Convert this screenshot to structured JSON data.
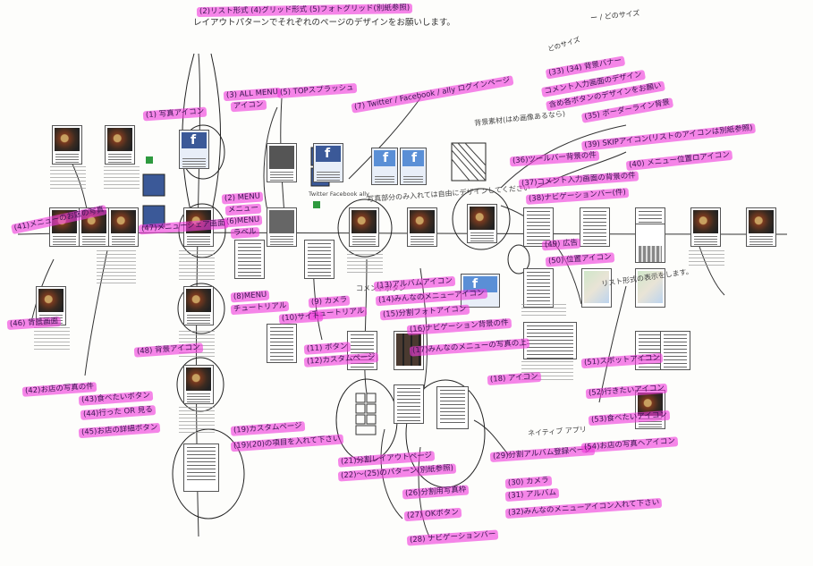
{
  "header": {
    "line1": "(2)リスト形式 (4)グリッド形式 (5)フォトグリッド(別紙参照)",
    "line2": "レイアウトパターンでそれぞれのページのデザインをお願いします。",
    "top_right_note": "ー / どのサイズ",
    "top_right_mini": "どのサイズ"
  },
  "labels": {
    "l01": "(1) 写真アイコン",
    "l02": "(3) ALL MENU",
    "l03": "アイコン",
    "l04": "(5) TOPスプラッシュ",
    "l05": "(7) Twitter / Facebook / ally ログインページ",
    "l06": "(2) MENU",
    "l07": "メニュー",
    "l08": "(6)MENU",
    "l09": "ラベル",
    "l10": "(8)MENU",
    "l11": "チュートリアル",
    "l12": "(9) カメラ",
    "l13": "チュートリアル",
    "l14": "(10)サイト",
    "l15": "(11) ボタン",
    "l16": "(12)カスタムページ",
    "l17": "(13)アルバムアイコン",
    "l18": "(14)みんなのメニューアイコン",
    "l19": "(15)分割フォトアイコン",
    "l20": "(16)ナビゲーション背景の件",
    "l21": "(17)みんなのメニューの写真の上",
    "l22": "(18) アイコン",
    "l23": "(19)カスタムページ",
    "l24": "(19)(20)の項目を入れて下さい",
    "l25": "(21)分割レイアウトページ",
    "l26": "(22)〜(25)のパターン(別紙参照)",
    "l27": "(26)分割用写真枠",
    "l28": "(27) OKボタン",
    "l29": "(28) ナビゲーションバー",
    "l30": "(29)分割アルバム登録ページ",
    "l31": "(30) カメラ",
    "l32": "(31) アルバム",
    "l33": "(32)みんなのメニューアイコン入れて下さい",
    "l34": "(33) (34) 背景バナー",
    "l35": "コメント入力画面のデザイン",
    "l36": "含め各ボタンのデザインをお願い",
    "l37": "(35) ボーダーライン背景",
    "l38": "(36)ツールバー背景の件",
    "l39": "(37)コメント入力画面の背景の件",
    "l40": "(38)ナビゲーションバー(件)",
    "l41": "(39) SKIPアイコン(リストのアイコンは別紙参照)",
    "l42": "(40) メニュー位置ロアイコン",
    "l43": "(41)メニューのお店の写真",
    "l44": "(42)お店の写真の件",
    "l45": "(43)食べたいボタン",
    "l46": "(44)行った OR 見る",
    "l47": "(45)お店の詳細ボタン",
    "l48": "(46) 背景画面",
    "l49": "(47)メニューシェア画面",
    "l50": "(48) 背景アイコン",
    "l51": "(49) 広告",
    "l52": "(50) 位置アイコン",
    "l53": "(51)スポットアイコン",
    "l54": "(52)行きたいアイコン",
    "l55": "(53)食べたいアイコン",
    "l56": "(54)お店の写真ヘアイコン"
  },
  "notes": {
    "n01": "背景素材(はめ画像あるなら)",
    "n02": "写真部分のみ入れては自由にデザインしてください",
    "n03": "コメントボタン",
    "n04": "リスト形式の表示をします。",
    "n05": "ネイティブ アプリ",
    "n06": "Twitter Facebook ally"
  }
}
